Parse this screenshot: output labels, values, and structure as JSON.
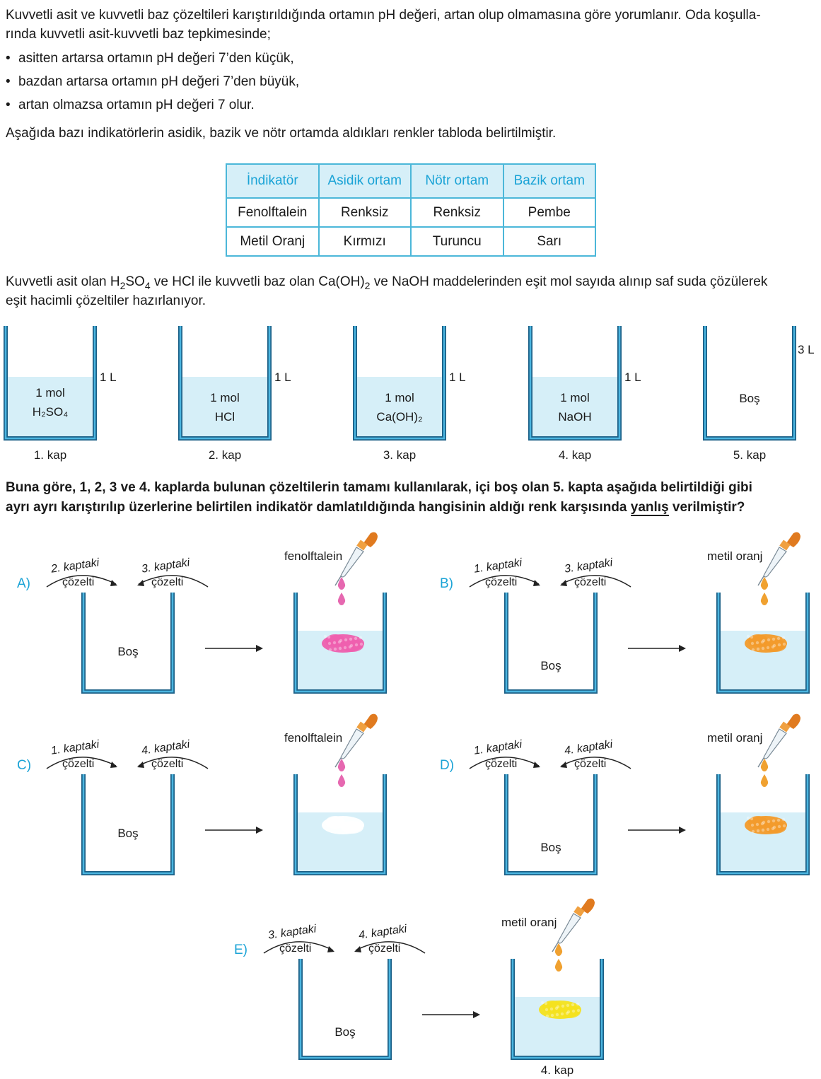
{
  "intro": {
    "line1": "Kuvvetli asit ve kuvvetli baz çözeltileri karıştırıldığında ortamın pH değeri, artan olup olmamasına göre yorumlanır. Oda koşulla-",
    "line2": "rında kuvvetli asit-kuvvetli baz tepkimesinde;",
    "bullets": [
      "asitten artarsa ortamın pH değeri 7’den küçük,",
      "bazdan artarsa ortamın pH değeri 7’den büyük,",
      "artan olmazsa ortamın pH değeri 7 olur."
    ],
    "table_intro": "Aşağıda bazı indikatörlerin asidik, bazik ve nötr ortamda aldıkları renkler tabloda belirtilmiştir."
  },
  "table": {
    "headers": [
      "İndikatör",
      "Asidik ortam",
      "Nötr ortam",
      "Bazik ortam"
    ],
    "rows": [
      [
        "Fenolftalein",
        "Renksiz",
        "Renksiz",
        "Pembe"
      ],
      [
        "Metil Oranj",
        "Kırmızı",
        "Turuncu",
        "Sarı"
      ]
    ]
  },
  "solutions_text": {
    "p1a": "Kuvvetli asit olan H",
    "p1sub1": "2",
    "p1b": "SO",
    "p1sub2": "4",
    "p1c": " ve HCl ile kuvvetli baz olan Ca(OH)",
    "p1sub3": "2",
    "p1d": " ve NaOH maddelerinden eşit mol sayıda alınıp saf suda çözülerek",
    "line2": "eşit hacimli çözeltiler hazırlanıyor."
  },
  "containers": [
    {
      "mol": "1 mol",
      "formula": "H₂SO₄",
      "volume": "1 L",
      "label": "1. kap"
    },
    {
      "mol": "1 mol",
      "formula": "HCl",
      "volume": "1 L",
      "label": "2. kap"
    },
    {
      "mol": "1 mol",
      "formula": "Ca(OH)₂",
      "volume": "1 L",
      "label": "3. kap"
    },
    {
      "mol": "1 mol",
      "formula": "NaOH",
      "volume": "1 L",
      "label": "4. kap"
    },
    {
      "content": "Boş",
      "volume": "3 L",
      "label": "5. kap"
    }
  ],
  "question": {
    "part1": "Buna göre, 1, 2, 3 ve 4. kaplarda bulunan çözeltilerin tamamı kullanılarak, içi boş olan 5. kapta aşağıda belirtildiği gibi",
    "part2": "ayrı ayrı karıştırılıp üzerlerine belirtilen indikatör damlatıldığında hangisinin aldığı renk karşısında ",
    "underlined": "yanlış",
    "part3": " verilmiştir?"
  },
  "options": [
    {
      "letter": "A)",
      "left_label": "2. kaptaki",
      "right_label": "3. kaptaki",
      "solution_word": "çözelti",
      "empty": "Boş",
      "indicator": "fenolftalein",
      "blob_color": "#ee5fae",
      "drop_color": "#e668b0"
    },
    {
      "letter": "B)",
      "left_label": "1. kaptaki",
      "right_label": "3. kaptaki",
      "solution_word": "çözelti",
      "empty": "Boş",
      "indicator": "metil oranj",
      "blob_color": "#f39a2a",
      "drop_color": "#f0a130"
    },
    {
      "letter": "C)",
      "left_label": "1. kaptaki",
      "right_label": "4. kaptaki",
      "solution_word": "çözelti",
      "empty": "Boş",
      "indicator": "fenolftalein",
      "blob_color": "#ffffff",
      "drop_color": "#e668b0"
    },
    {
      "letter": "D)",
      "left_label": "1. kaptaki",
      "right_label": "4. kaptaki",
      "solution_word": "çözelti",
      "empty": "Boş",
      "indicator": "metil oranj",
      "blob_color": "#f39a2a",
      "drop_color": "#f0a130"
    },
    {
      "letter": "E)",
      "left_label": "3. kaptaki",
      "right_label": "4. kaptaki",
      "solution_word": "çözelti",
      "empty": "Boş",
      "indicator": "metil oranj",
      "blob_color": "#f4e21c",
      "drop_color": "#f0a130",
      "caption": "4. kap"
    }
  ],
  "colors": {
    "accent": "#1aa3d6",
    "beaker_wall": "#2f8fc2",
    "liquid": "#d6eff8"
  }
}
